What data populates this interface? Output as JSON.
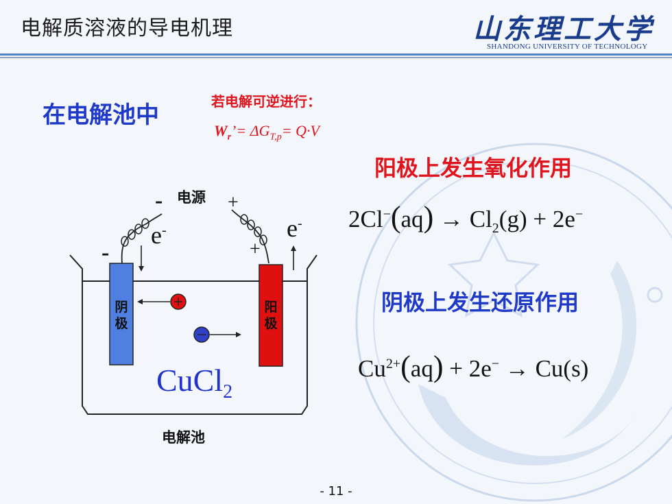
{
  "header": {
    "title": "电解质溶液的导电机理",
    "logo_cn": "山东理工大学",
    "logo_en": "SHANDONG UNIVERSITY OF TECHNOLOGY"
  },
  "left_heading": "在电解池中",
  "reversible_note": "若电解可逆进行：",
  "formula": {
    "lhs": "W",
    "lhs_sub": "r",
    "lhs_mark": "’=",
    "delta_g": "ΔG",
    "delta_g_sub": "T,p",
    "rhs": "= Q·V"
  },
  "anode_heading": "阳极上发生氧化作用",
  "anode_equation": {
    "part1": "2Cl",
    "part1_sup": "−",
    "paren_open": "(",
    "state": "aq",
    "paren_close": ")",
    "arrow": "→",
    "part2": "Cl",
    "part2_sub": "2",
    "part3": "(g) + 2e",
    "part3_sup": "−"
  },
  "cathode_heading": "阴极上发生还原作用",
  "cathode_equation": {
    "part1": "Cu",
    "part1_sup": "2+",
    "paren_open": "(",
    "state": "aq",
    "paren_close": ")",
    "part2": "+ 2e",
    "part2_sup": "−",
    "arrow": "→",
    "part3": "Cu(s)"
  },
  "diagram": {
    "power_label": "电源",
    "power_minus": "-",
    "power_plus": "+",
    "left_electrode_sign": "-",
    "right_electrode_sign": "+",
    "electron_left": "e",
    "electron_left_sup": "-",
    "electron_right": "e",
    "electron_right_sup": "-",
    "cathode_label_1": "阴",
    "cathode_label_2": "极",
    "anode_label_1": "阳",
    "anode_label_2": "极",
    "solution": "CuCl",
    "solution_sub": "2",
    "cell_label": "电解池",
    "colors": {
      "cathode": "#4f7fe0",
      "anode": "#e01010",
      "cation": "#e01010",
      "anion": "#3040c8"
    }
  },
  "page_number": "- 11 -"
}
